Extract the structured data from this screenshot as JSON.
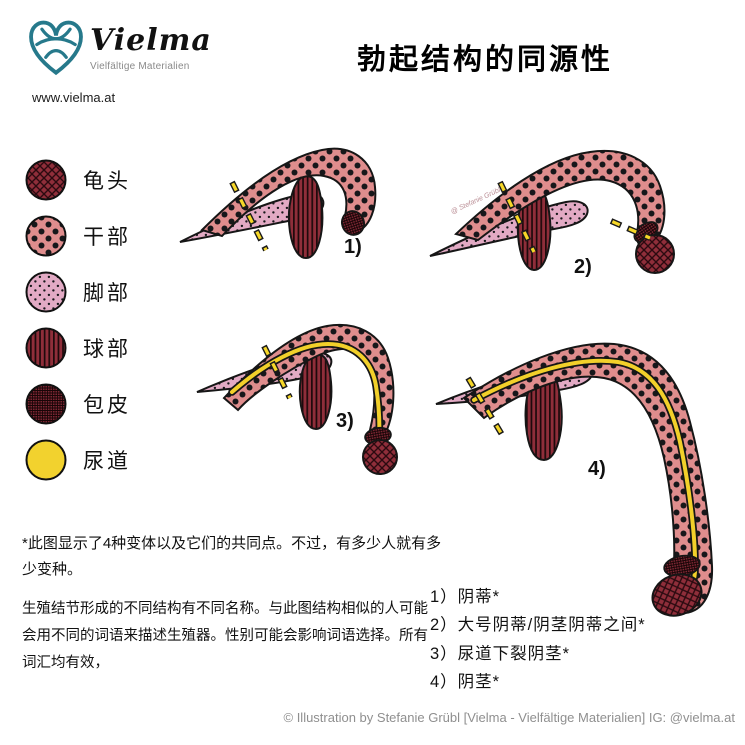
{
  "header": {
    "logo": {
      "brand": "Vielma",
      "subtitle": "Vielfältige Materialien",
      "url": "www.vielma.at"
    },
    "title": "勃起结构的同源性"
  },
  "legend": {
    "items": [
      {
        "label": "龟头",
        "key": "glans"
      },
      {
        "label": "干部",
        "key": "shaft"
      },
      {
        "label": "脚部",
        "key": "crura"
      },
      {
        "label": "球部",
        "key": "bulb"
      },
      {
        "label": "包皮",
        "key": "foreskin"
      },
      {
        "label": "尿道",
        "key": "urethra"
      }
    ]
  },
  "figures": [
    {
      "label": "1)"
    },
    {
      "label": "2)"
    },
    {
      "label": "3)"
    },
    {
      "label": "4)"
    }
  ],
  "watermark": "@ Stefanie Grübl",
  "notes": {
    "footnote": "*此图显示了4种变体以及它们的共同点。不过，有多少人就有多少变种。",
    "description": "生殖结节形成的不同结构有不同名称。与此图结构相似的人可能会用不同的词语来描述生殖器。性别可能会影响词语选择。所有词汇均有效，"
  },
  "variant_list": [
    "1）阴蒂*",
    "2）大号阴蒂/阴茎阴蒂之间*",
    "3）尿道下裂阴茎*",
    "4）阴茎*"
  ],
  "footer": {
    "copyright": "© Illustration by Stefanie Grübl [Vielma - Vielfältige Materialien] IG: @vielma.at"
  },
  "colors": {
    "dark_red": "#8f2e3a",
    "shaft_pink": "#df8d8d",
    "crura_pink": "#e2aac4",
    "urethra_yellow": "#f2d22e",
    "logo_teal": "#26798b"
  }
}
